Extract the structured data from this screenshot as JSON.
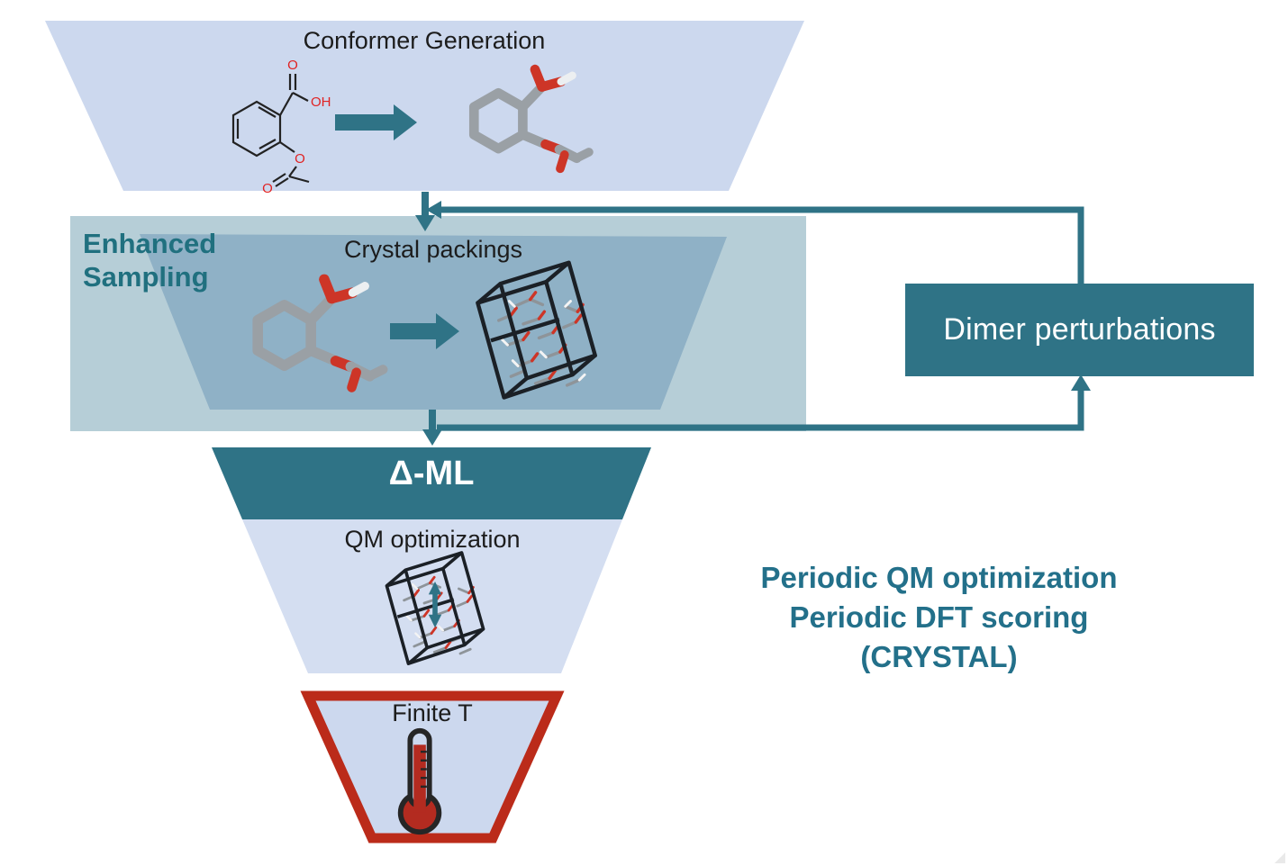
{
  "figure": {
    "type": "workflow-funnel-diagram",
    "description_scope": "crystal structure prediction funnel"
  },
  "stages": {
    "conformer": {
      "title": "Conformer Generation"
    },
    "sampling": {
      "label_line1": "Enhanced",
      "label_line2": "Sampling",
      "title": "Crystal packings"
    },
    "delta_ml": {
      "title": "Δ-ML"
    },
    "qm": {
      "title": "QM optimization"
    },
    "finite_t": {
      "title": "Finite T"
    }
  },
  "dimer_box": {
    "label": "Dimer perturbations"
  },
  "side_note": {
    "line1": "Periodic QM optimization",
    "line2": "Periodic DFT scoring",
    "line3": "(CRYSTAL)"
  },
  "colors": {
    "teal_accent": "#2f7386",
    "teal_text": "#23708a",
    "funnel_light_blue": "#ccd8ee",
    "sampling_outer": "#b6ced7",
    "sampling_inner": "#8fb1c6",
    "qm_light_blue": "#d4def1",
    "red_accent": "#bb2b1a",
    "molecule_gray": "#9aa0a5",
    "oxygen_red": "#cd3527"
  },
  "icons": {
    "right-arrow-icon": "teal block arrow pointing right",
    "down-arrow-icon": "teal arrow pointing down",
    "left-arrow-icon": "teal arrowhead pointing left on feedback line",
    "up-arrow-icon": "teal arrowhead pointing up into dimer box",
    "loop-connector": "teal right-angle feedback lines",
    "aspirin-2d-structure-icon": "2D skeletal formula of aspirin",
    "aspirin-3d-conformer-icon": "3D gray stick model of aspirin",
    "crystal-packing-cell-icon": "black unit cell with packed molecules",
    "qm-crystal-cell-icon": "unit cell with teal up-down arrow",
    "updown-arrow-icon": "small teal double-headed vertical arrow",
    "thermometer-icon": "red thermometer with bulb and tick marks",
    "corner-mark-icon": "faint light-gray corner mark"
  }
}
